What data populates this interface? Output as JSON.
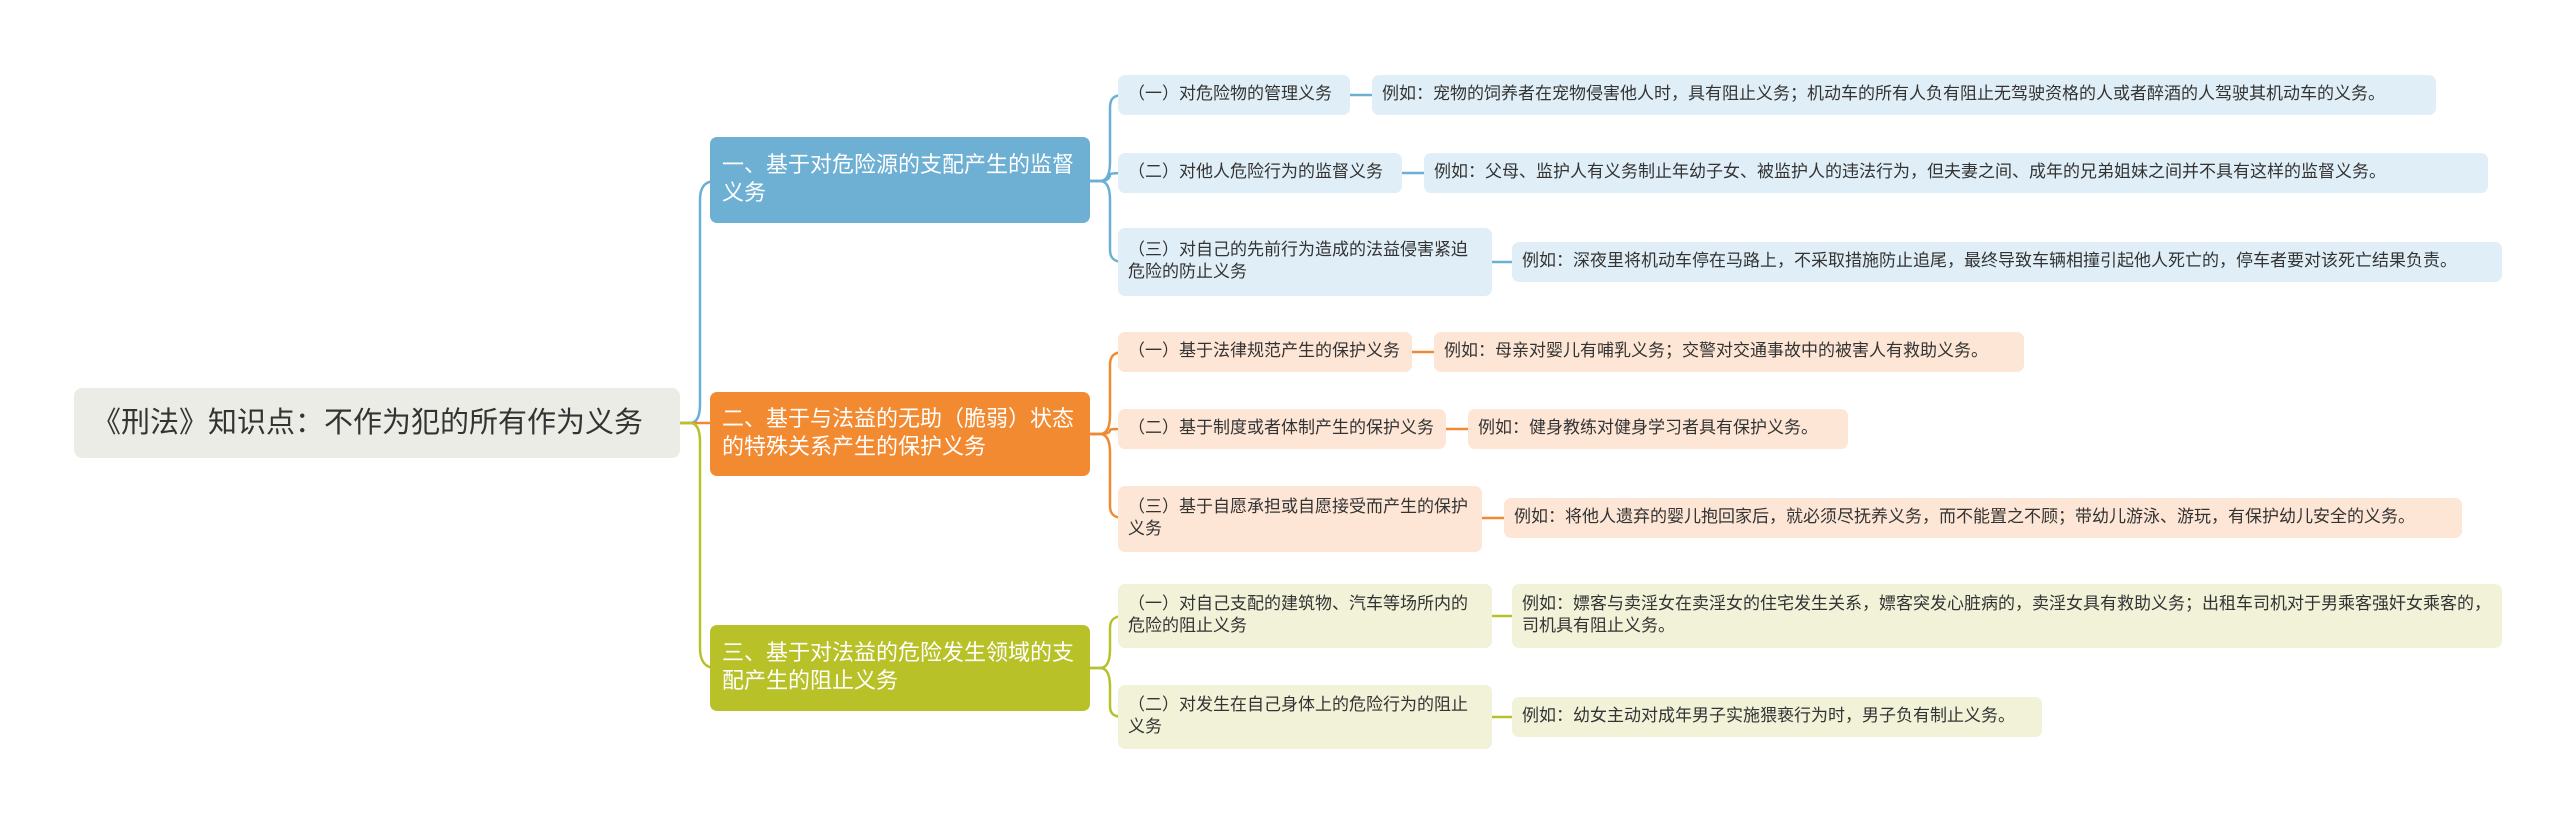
{
  "colors": {
    "blue_line": "#6aafd4",
    "orange_line": "#f08a32",
    "green_line": "#b7c12a"
  },
  "root": {
    "label": "《刑法》知识点：不作为犯的所有作为义务"
  },
  "branches": [
    {
      "label": "一、基于对危险源的支配产生的监督义务",
      "children": [
        {
          "label": "（一）对危险物的管理义务",
          "example": "例如：宠物的饲养者在宠物侵害他人时，具有阻止义务；机动车的所有人负有阻止无驾驶资格的人或者醉酒的人驾驶其机动车的义务。"
        },
        {
          "label": "（二）对他人危险行为的监督义务",
          "example": "例如：父母、监护人有义务制止年幼子女、被监护人的违法行为，但夫妻之间、成年的兄弟姐妹之间并不具有这样的监督义务。"
        },
        {
          "label": "（三）对自己的先前行为造成的法益侵害紧迫危险的防止义务",
          "example": "例如：深夜里将机动车停在马路上，不采取措施防止追尾，最终导致车辆相撞引起他人死亡的，停车者要对该死亡结果负责。"
        }
      ]
    },
    {
      "label": "二、基于与法益的无助（脆弱）状态的特殊关系产生的保护义务",
      "children": [
        {
          "label": "（一）基于法律规范产生的保护义务",
          "example": "例如：母亲对婴儿有哺乳义务；交警对交通事故中的被害人有救助义务。"
        },
        {
          "label": "（二）基于制度或者体制产生的保护义务",
          "example": "例如：健身教练对健身学习者具有保护义务。"
        },
        {
          "label": "（三）基于自愿承担或自愿接受而产生的保护义务",
          "example": "例如：将他人遗弃的婴儿抱回家后，就必须尽抚养义务，而不能置之不顾；带幼儿游泳、游玩，有保护幼儿安全的义务。"
        }
      ]
    },
    {
      "label": "三、基于对法益的危险发生领域的支配产生的阻止义务",
      "children": [
        {
          "label": "（一）对自己支配的建筑物、汽车等场所内的危险的阻止义务",
          "example": "例如：嫖客与卖淫女在卖淫女的住宅发生关系，嫖客突发心脏病的，卖淫女具有救助义务；出租车司机对于男乘客强奸女乘客的，司机具有阻止义务。"
        },
        {
          "label": "（二）对发生在自己身体上的危险行为的阻止义务",
          "example": "例如：幼女主动对成年男子实施猥亵行为时，男子负有制止义务。"
        }
      ]
    }
  ]
}
